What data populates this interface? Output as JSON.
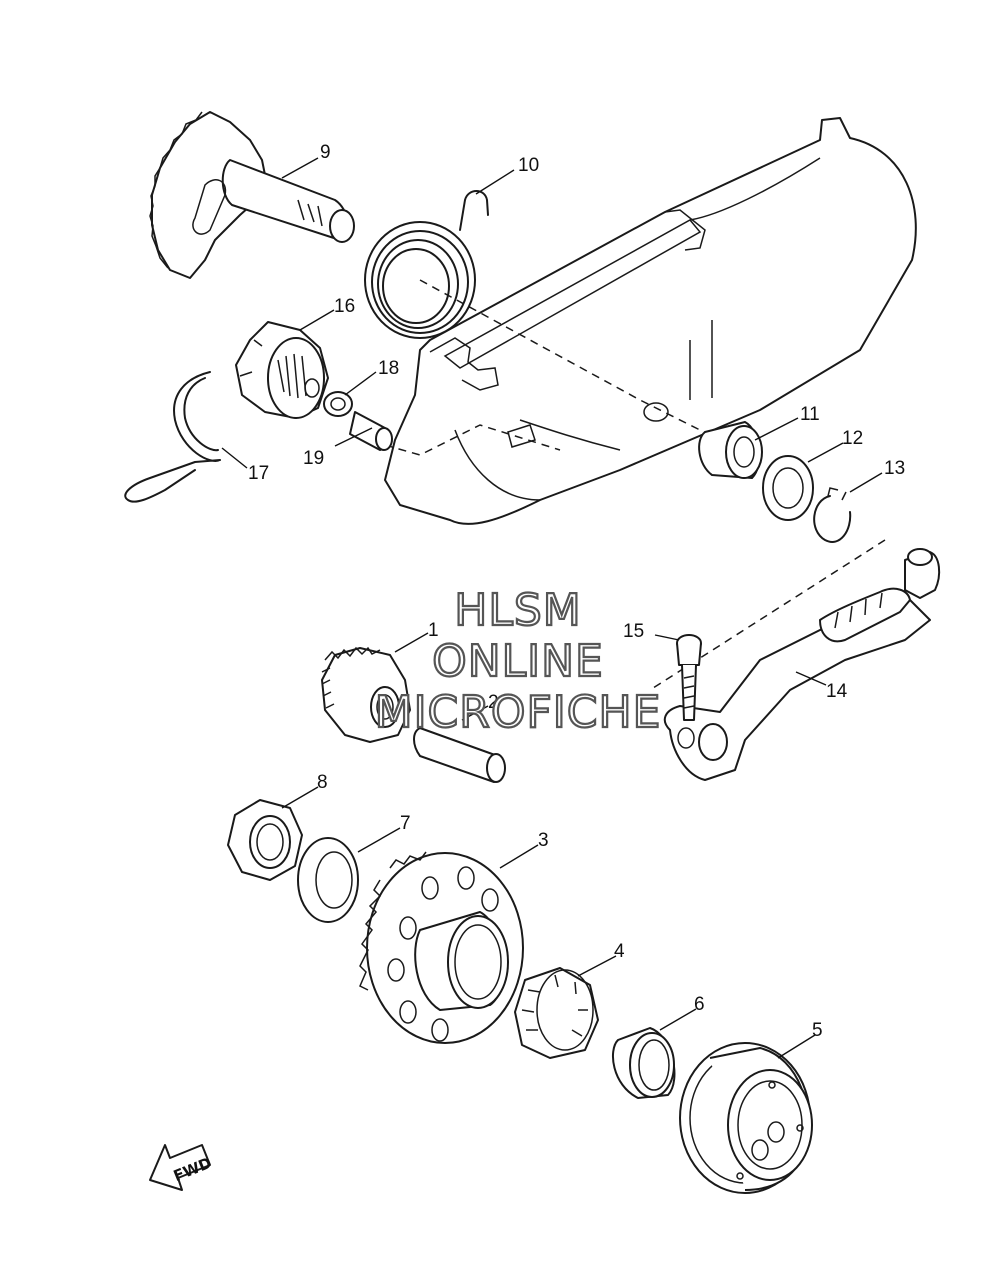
{
  "watermark": {
    "line1": "HLSM",
    "line2": "ONLINE",
    "line3": "MICROFICHE"
  },
  "fwd_label": "FWD",
  "callouts": [
    {
      "id": "1",
      "label": "1"
    },
    {
      "id": "2",
      "label": "2"
    },
    {
      "id": "3",
      "label": "3"
    },
    {
      "id": "4",
      "label": "4"
    },
    {
      "id": "5",
      "label": "5"
    },
    {
      "id": "6",
      "label": "6"
    },
    {
      "id": "7",
      "label": "7"
    },
    {
      "id": "8",
      "label": "8"
    },
    {
      "id": "9",
      "label": "9"
    },
    {
      "id": "10",
      "label": "10"
    },
    {
      "id": "11",
      "label": "11"
    },
    {
      "id": "12",
      "label": "12"
    },
    {
      "id": "13",
      "label": "13"
    },
    {
      "id": "14",
      "label": "14"
    },
    {
      "id": "15",
      "label": "15"
    },
    {
      "id": "16",
      "label": "16"
    },
    {
      "id": "17",
      "label": "17"
    },
    {
      "id": "18",
      "label": "18"
    },
    {
      "id": "19",
      "label": "19"
    }
  ]
}
